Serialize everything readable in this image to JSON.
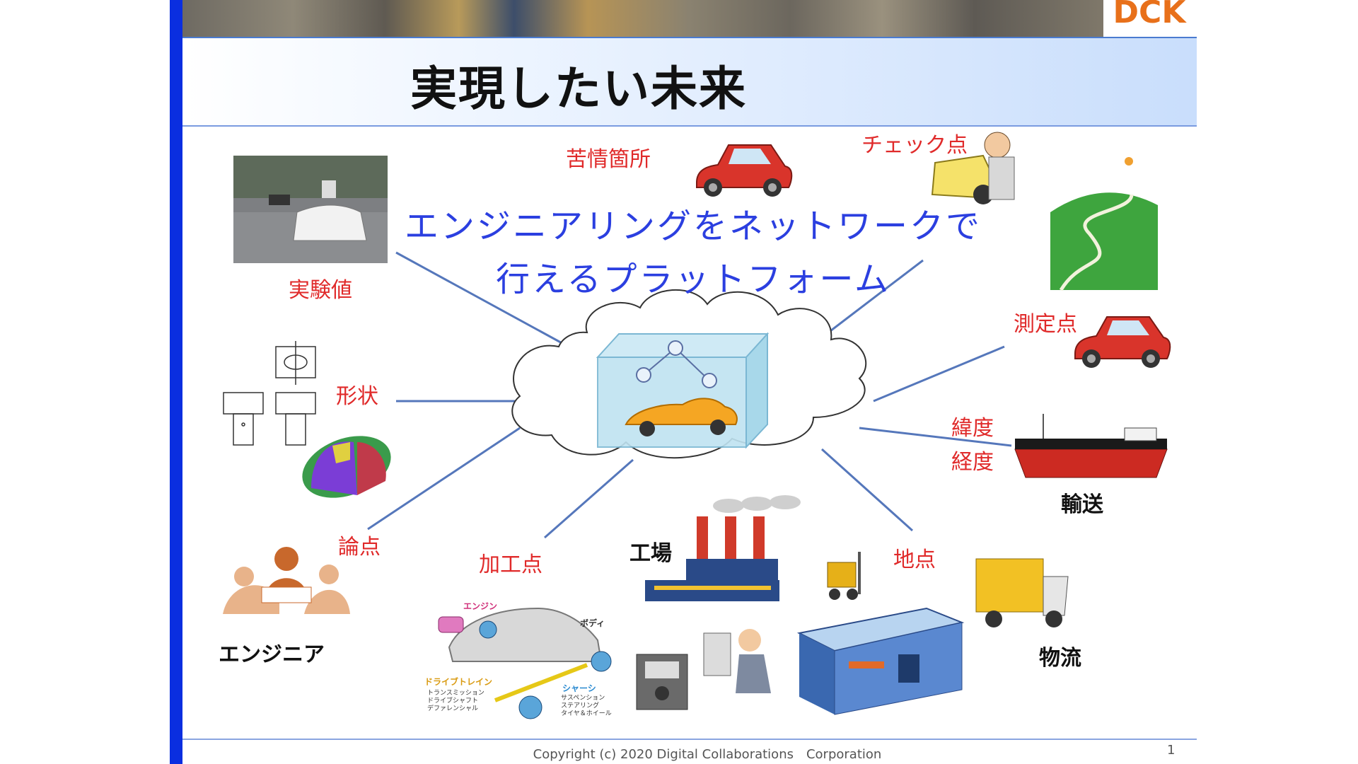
{
  "slide": {
    "brand": "DCK",
    "title": "実現したい未来",
    "tagline": {
      "line1": "エンジニアリングをネットワークで",
      "line2": "行えるプラットフォーム"
    },
    "labels": {
      "jikkenchi": "実験値",
      "kujou": "苦情箇所",
      "check": "チェック点",
      "sokutei": "測定点",
      "keishou": "形状",
      "ido": "緯度",
      "keido": "経度",
      "yusou": "輸送",
      "ronten": "論点",
      "kakou": "加工点",
      "kojo": "工場",
      "chiten": "地点",
      "engineer": "エンジニア",
      "butsuryu": "物流"
    },
    "car_parts": {
      "engine": "エンジン",
      "body": "ボディ",
      "drivetrain": "ドライブトレイン",
      "drivetrain_items": "トランスミッション\nドライブシャフト\nデファレンシャル",
      "chassis": "シャーシ",
      "chassis_items": "サスペンション\nステアリング\nタイヤ＆ホイール"
    },
    "footer": "Copyright (c) 2020 Digital Collaborations　Corporation",
    "page_number": "1"
  },
  "colors": {
    "accent_blue": "#0a2ee0",
    "label_red": "#e02a2a",
    "tagline_blue": "#2b3fe0",
    "brand_orange": "#e8701a"
  }
}
